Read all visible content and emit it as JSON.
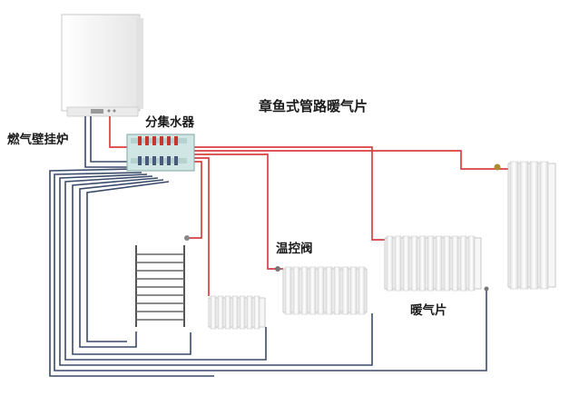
{
  "diagram": {
    "title": "章鱼式管路暖气片",
    "labels": {
      "boiler": "燃气壁挂炉",
      "manifold": "分集水器",
      "valve": "温控阀",
      "radiator": "暖气片"
    },
    "colors": {
      "supply_pipe": "#d84040",
      "return_pipe": "#3a4a6a",
      "boiler_body": "#f4f4f4",
      "manifold_body": "#cfe6e4",
      "radiator_body": "#f7f7f7"
    },
    "components": [
      "boiler",
      "manifold",
      "towel-rack",
      "radiator-1",
      "radiator-2",
      "radiator-3",
      "radiator-4"
    ]
  }
}
